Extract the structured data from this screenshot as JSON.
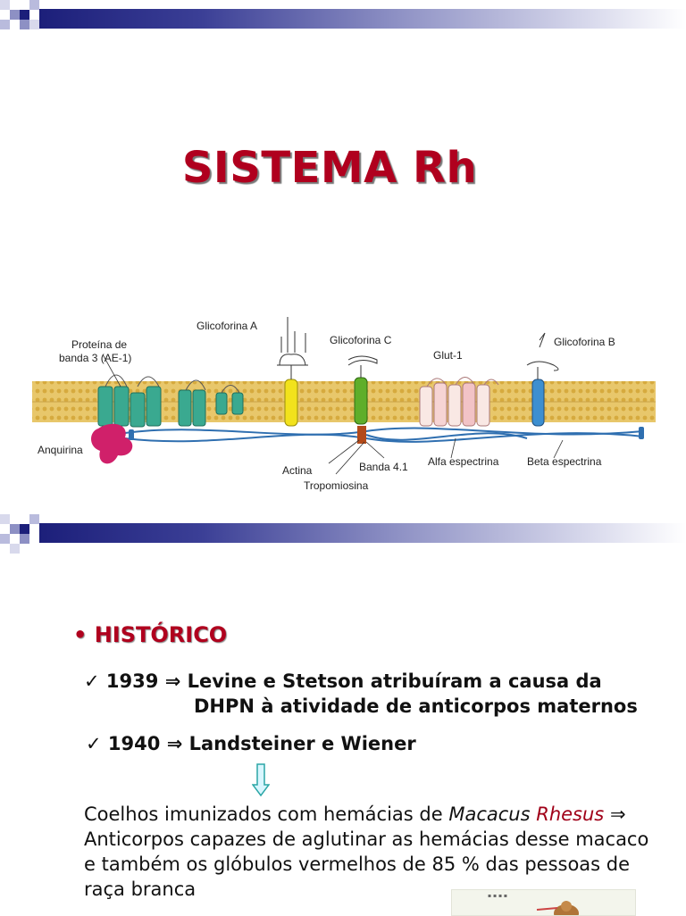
{
  "title": "SISTEMA Rh",
  "diagram": {
    "labels": {
      "banda3": [
        "Proteína de",
        "banda 3 (AE-1)"
      ],
      "glicoforina_a": "Glicoforina A",
      "glicoforina_c": "Glicoforina C",
      "glut1": "Glut-1",
      "glicoforina_b": "Glicoforina B",
      "anquirina": "Anquirina",
      "actina": "Actina",
      "banda41": "Banda 4.1",
      "tropomiosina": "Tropomiosina",
      "alfa_espectrina": "Alfa espectrina",
      "beta_espectrina": "Beta espectrina"
    },
    "colors": {
      "membrane": "#e8c76b",
      "band3": "#3aa990",
      "glycophorin_a": "#f2e21c",
      "glycophorin_c": "#5fae2a",
      "glycophorin_b": "#3d8fd0",
      "ankyrin": "#d0206a",
      "spectrin": "#2f6fb0"
    }
  },
  "section": {
    "heading": "HISTÓRICO",
    "items": [
      {
        "check": "✓",
        "year": "1939",
        "arrow": "⇒",
        "line1": "Levine e Stetson atribuíram a causa da",
        "line2": "DHPN à atividade de anticorpos maternos"
      },
      {
        "check": "✓",
        "year": "1940",
        "arrow": "⇒",
        "line1": "Landsteiner e Wiener"
      }
    ],
    "paragraph": {
      "before": "Coelhos imunizados com hemácias de ",
      "species1": "Macacus",
      "species2": "Rhesus",
      "arrow": "⇒",
      "after": "Anticorpos capazes de aglutinar as hemácias desse macaco e também os glóbulos vermelhos de 85 % das pessoas de raça branca"
    }
  }
}
